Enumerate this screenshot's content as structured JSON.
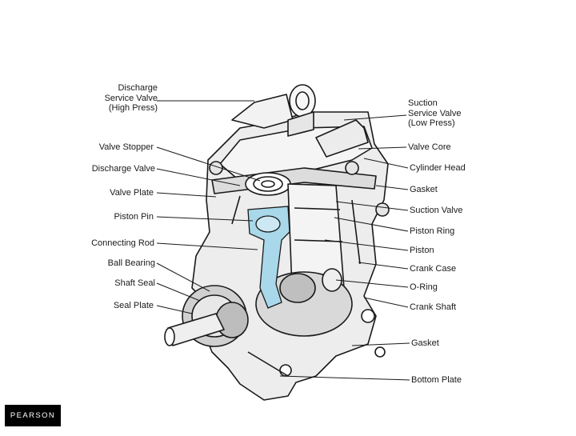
{
  "labels_left": [
    {
      "lines": [
        "Discharge",
        "Service Valve",
        "(High Press)"
      ]
    },
    {
      "lines": [
        "Valve Stopper"
      ]
    },
    {
      "lines": [
        "Discharge Valve"
      ]
    },
    {
      "lines": [
        "Valve Plate"
      ]
    },
    {
      "lines": [
        "Piston Pin"
      ]
    },
    {
      "lines": [
        "Connecting Rod"
      ]
    },
    {
      "lines": [
        "Ball Bearing"
      ]
    },
    {
      "lines": [
        "Shaft Seal"
      ]
    },
    {
      "lines": [
        "Seal Plate"
      ]
    }
  ],
  "labels_right": [
    {
      "lines": [
        "Suction",
        "Service Valve",
        "(Low Press)"
      ]
    },
    {
      "lines": [
        "Valve Core"
      ]
    },
    {
      "lines": [
        "Cylinder Head"
      ]
    },
    {
      "lines": [
        "Gasket"
      ]
    },
    {
      "lines": [
        "Suction Valve"
      ]
    },
    {
      "lines": [
        "Piston Ring"
      ]
    },
    {
      "lines": [
        "Piston"
      ]
    },
    {
      "lines": [
        "Crank Case"
      ]
    },
    {
      "lines": [
        "O-Ring"
      ]
    },
    {
      "lines": [
        "Crank Shaft"
      ]
    },
    {
      "lines": [
        "Gasket"
      ]
    },
    {
      "lines": [
        "Bottom Plate"
      ]
    }
  ],
  "logo": {
    "text": "PEARSON",
    "fg": "#ffffff",
    "bg": "#000000"
  },
  "colors": {
    "highlight": "#a8d8ea",
    "ink": "#1a1a1a",
    "body": "#ededed"
  }
}
